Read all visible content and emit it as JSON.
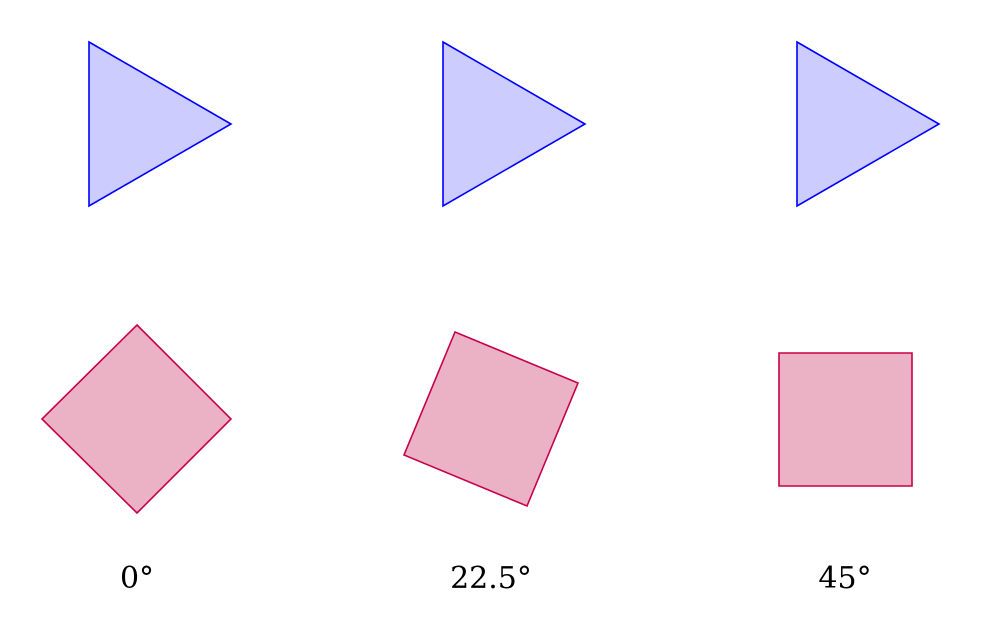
{
  "colors": {
    "triangle_stroke": "#0000ff",
    "triangle_fill": "#ccccff",
    "square_stroke": "#c8004b",
    "square_fill": "#eab2c4"
  },
  "columns": [
    {
      "label": "0°",
      "shape_top": "triangle",
      "shape_bottom": "square",
      "rotation_deg": 0
    },
    {
      "label": "22.5°",
      "shape_top": "triangle",
      "shape_bottom": "square",
      "rotation_deg": 22.5
    },
    {
      "label": "45°",
      "shape_top": "triangle",
      "shape_bottom": "square",
      "rotation_deg": 45
    }
  ]
}
